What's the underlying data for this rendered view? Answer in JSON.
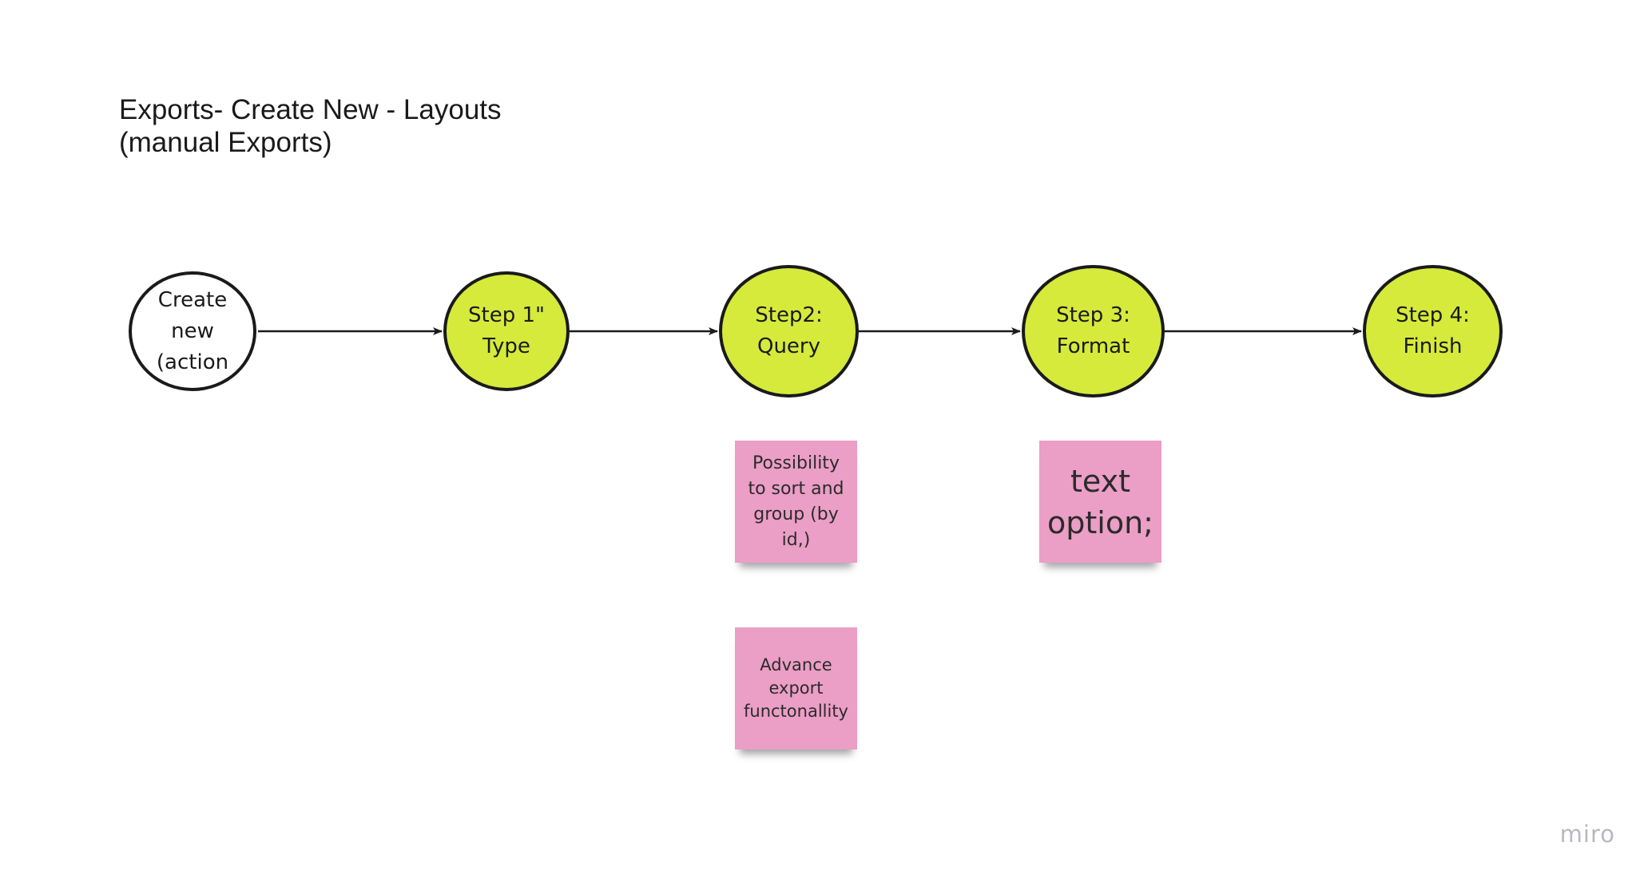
{
  "diagram": {
    "title_line1": "Exports- Create New - Layouts",
    "title_line2": "(manual Exports)",
    "nodes": [
      {
        "id": "create",
        "label": "Create\nnew\n(action"
      },
      {
        "id": "step1",
        "label": "Step 1\"\nType"
      },
      {
        "id": "step2",
        "label": "Step2:\nQuery"
      },
      {
        "id": "step3",
        "label": "Step 3:\nFormat"
      },
      {
        "id": "step4",
        "label": "Step 4:\nFinish"
      }
    ],
    "stickies": [
      {
        "id": "sort-group",
        "label": "Possibility\nto sort and\ngroup (by\nid,)"
      },
      {
        "id": "advance-export",
        "label": "Advance\nexport\nfunctonallity"
      },
      {
        "id": "text-option",
        "label": "text\noption;"
      }
    ],
    "edges": [
      {
        "from": "create",
        "to": "step1"
      },
      {
        "from": "step1",
        "to": "step2"
      },
      {
        "from": "step2",
        "to": "step3"
      },
      {
        "from": "step3",
        "to": "step4"
      }
    ],
    "colors": {
      "step_fill": "#d5ea3b",
      "start_fill": "#ffffff",
      "sticky_fill": "#eb9ec6",
      "stroke": "#1a1a1a"
    }
  },
  "watermark": "miro"
}
